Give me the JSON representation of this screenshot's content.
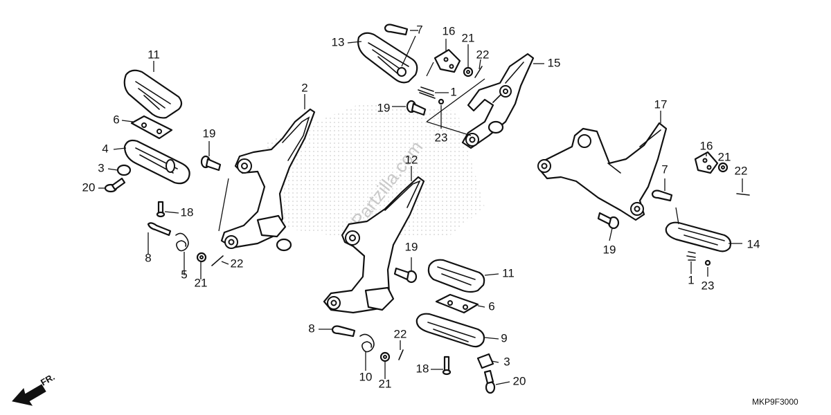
{
  "watermark": "Partzilla.com",
  "diagram_code": "MKP9F3000",
  "direction_label": "FR.",
  "callouts": [
    {
      "id": "c11a",
      "label": "11"
    },
    {
      "id": "c6a",
      "label": "6"
    },
    {
      "id": "c4",
      "label": "4"
    },
    {
      "id": "c3a",
      "label": "3"
    },
    {
      "id": "c20a",
      "label": "20"
    },
    {
      "id": "c18a",
      "label": "18"
    },
    {
      "id": "c8a",
      "label": "8"
    },
    {
      "id": "c5",
      "label": "5"
    },
    {
      "id": "c21a",
      "label": "21"
    },
    {
      "id": "c22a",
      "label": "22"
    },
    {
      "id": "c2",
      "label": "2"
    },
    {
      "id": "c19a",
      "label": "19"
    },
    {
      "id": "c13",
      "label": "13"
    },
    {
      "id": "c7a",
      "label": "7"
    },
    {
      "id": "c16a",
      "label": "16"
    },
    {
      "id": "c21b",
      "label": "21"
    },
    {
      "id": "c22b",
      "label": "22"
    },
    {
      "id": "c1a",
      "label": "1"
    },
    {
      "id": "c19b",
      "label": "19"
    },
    {
      "id": "c23a",
      "label": "23"
    },
    {
      "id": "c15",
      "label": "15"
    },
    {
      "id": "c12",
      "label": "12"
    },
    {
      "id": "c19c",
      "label": "19"
    },
    {
      "id": "c11b",
      "label": "11"
    },
    {
      "id": "c6b",
      "label": "6"
    },
    {
      "id": "c9",
      "label": "9"
    },
    {
      "id": "c8b",
      "label": "8"
    },
    {
      "id": "c22c",
      "label": "22"
    },
    {
      "id": "c10",
      "label": "10"
    },
    {
      "id": "c21c",
      "label": "21"
    },
    {
      "id": "c18b",
      "label": "18"
    },
    {
      "id": "c3b",
      "label": "3"
    },
    {
      "id": "c20b",
      "label": "20"
    },
    {
      "id": "c17",
      "label": "17"
    },
    {
      "id": "c16b",
      "label": "16"
    },
    {
      "id": "c21d",
      "label": "21"
    },
    {
      "id": "c22d",
      "label": "22"
    },
    {
      "id": "c7b",
      "label": "7"
    },
    {
      "id": "c19d",
      "label": "19"
    },
    {
      "id": "c14",
      "label": "14"
    },
    {
      "id": "c1b",
      "label": "1"
    },
    {
      "id": "c23b",
      "label": "23"
    }
  ]
}
